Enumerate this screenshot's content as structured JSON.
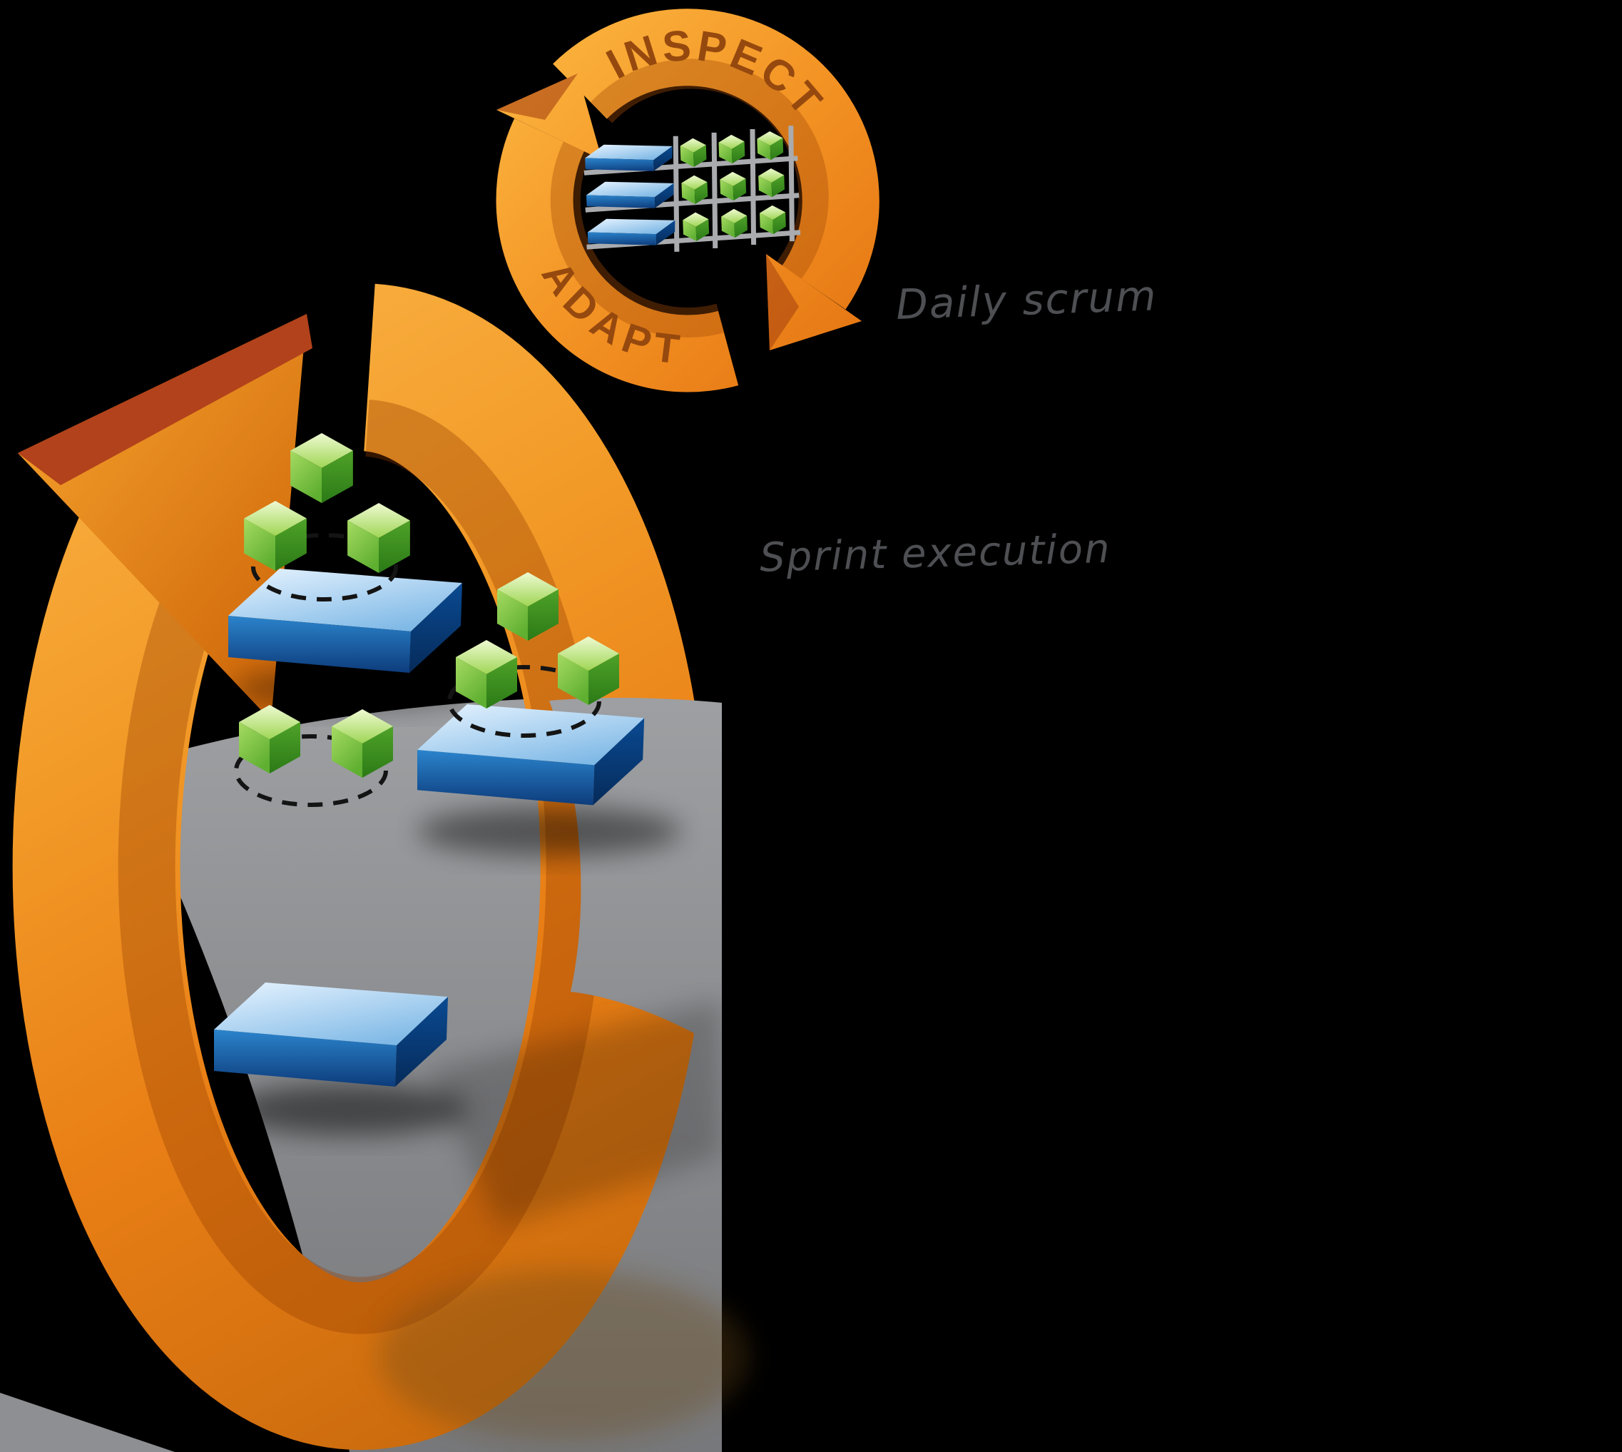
{
  "diagram": {
    "background": "#000000",
    "daily_scrum_loop": {
      "label_top": "INSPECT",
      "label_bottom": "ADAPT",
      "caption": "Daily scrum",
      "arrow_color": "#F29022",
      "word_color": "#96490E"
    },
    "sprint_loop": {
      "caption": "Sprint execution",
      "arrow_color": "#EF8E1F"
    },
    "caption_color": "#4E4F53",
    "palette": {
      "cube_green": "#6FBF3A",
      "platform_blue": "#1D6FB8",
      "road_gray": "#8E8F92",
      "arrow_edge_red": "#B2421B"
    }
  }
}
